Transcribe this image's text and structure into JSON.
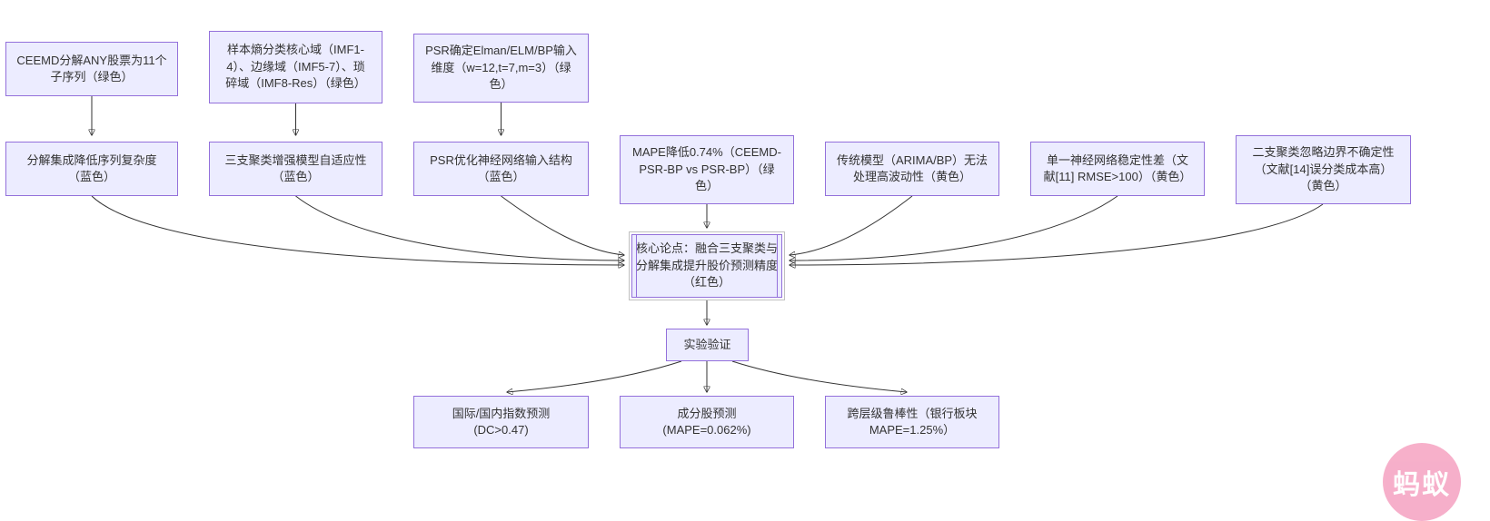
{
  "diagram": {
    "background": "#ffffff",
    "node_fill": "#ECECFF",
    "node_border": "#9370DB",
    "edge_color": "#333333",
    "watermark_color": "#f6a9c6",
    "nodes": {
      "top1": "CEEMD分解ANY股票为11个\n子序列（绿色）",
      "top2": "样本熵分类核心域（IMF1-\n4）、边缘域（IMF5-7）、琐\n碎域（IMF8-Res）（绿色）",
      "top3": "PSR确定Elman/ELM/BP输入\n维度（w=12,t=7,m=3）（绿\n色）",
      "mid1": "分解集成降低序列复杂度\n（蓝色）",
      "mid2": "三支聚类增强模型自适应性\n（蓝色）",
      "mid3": "PSR优化神经网络输入结构\n（蓝色）",
      "mid4": "MAPE降低0.74%（CEEMD-\nPSR-BP vs PSR-BP）（绿\n色）",
      "mid5": "传统模型（ARIMA/BP）无法\n处理高波动性（黄色）",
      "mid6": "单一神经网络稳定性差（文\n献[11] RMSE>100）（黄色）",
      "mid7": "二支聚类忽略边界不确定性\n（文献[14]误分类成本高）\n（黄色）",
      "center": "核心论点：融合三支聚类与\n分解集成提升股价预测精度\n（红色）",
      "experiment": "实验验证",
      "bottom1": "国际/国内指数预测\n(DC>0.47)",
      "bottom2": "成分股预测\n(MAPE=0.062%)",
      "bottom3": "跨层级鲁棒性（银行板块\nMAPE=1.25%）"
    },
    "watermark": "蚂蚁"
  }
}
